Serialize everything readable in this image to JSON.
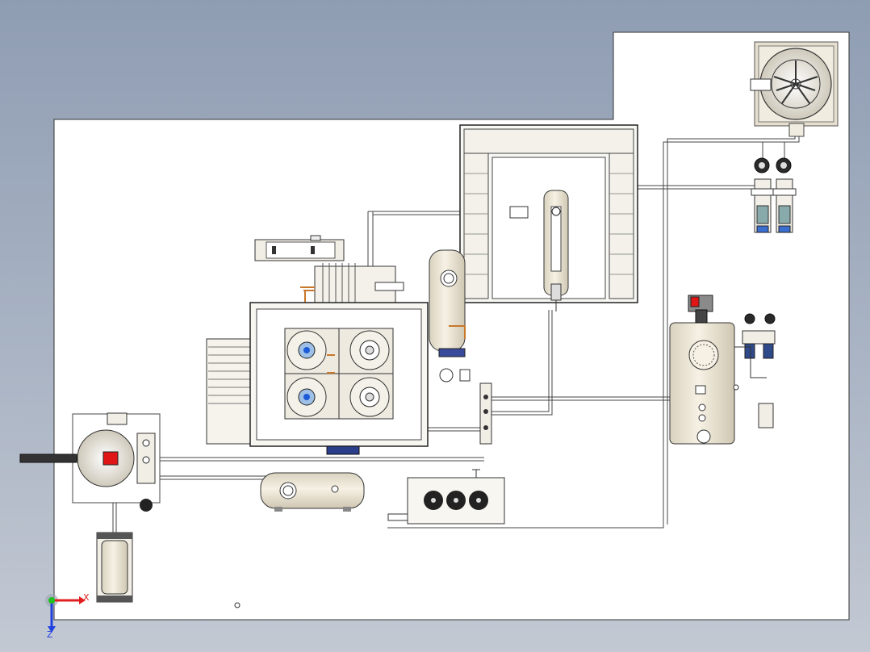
{
  "viewport": {
    "background_top": "#8f9db3",
    "background_bottom": "#c3c9d3",
    "sheet_color": "#ffffff"
  },
  "triad": {
    "x_label": "X",
    "z_label": "Z",
    "x_color": "#e02020",
    "y_color": "#20c020",
    "z_color": "#2040e0"
  },
  "diagram": {
    "type": "plant-layout-3d-model",
    "components": [
      "heat-exchanger-stack",
      "fan-unit",
      "circulation-pump-pair",
      "storage-tank-vertical",
      "pump-manifold-small",
      "control-box",
      "compressor-block",
      "filter-panel",
      "buffer-tank-vertical",
      "liquid-receiver-horizontal",
      "air-cooled-condenser",
      "burner-unit",
      "gas-cylinder"
    ],
    "colors": {
      "vessel": "#f2ebd9",
      "outline": "#222222",
      "pipe": "#e8e4da",
      "red_marker": "#e01515",
      "blue_marker": "#1e5bd8",
      "copper": "#c8782a"
    }
  }
}
